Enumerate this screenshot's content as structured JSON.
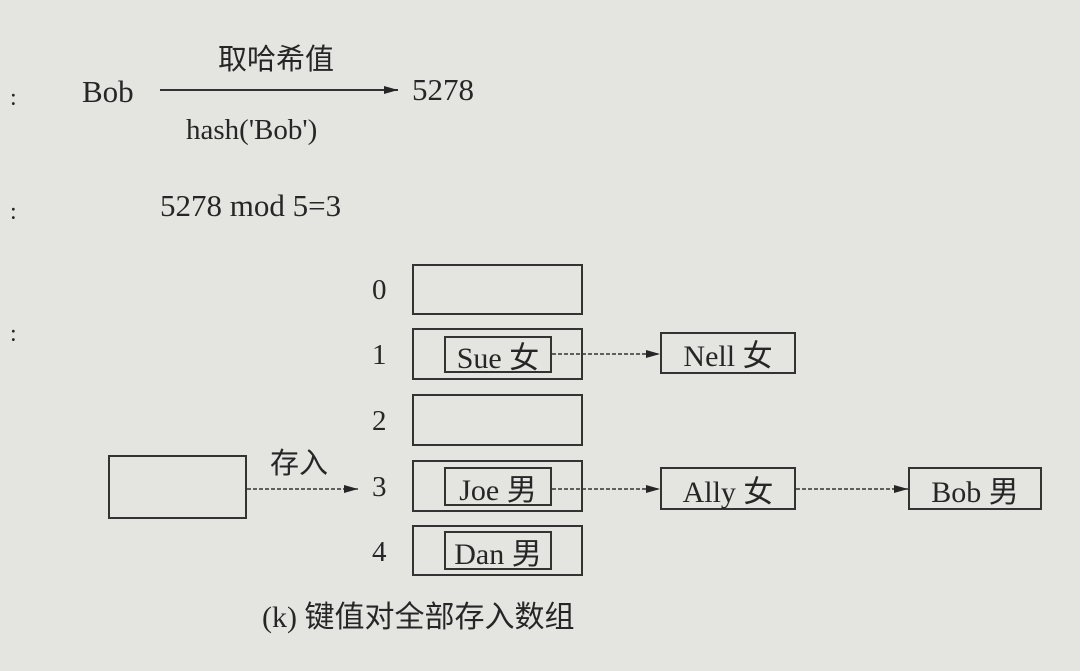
{
  "markers": [
    ":",
    ":",
    ":"
  ],
  "hash_step": {
    "key": "Bob",
    "arrow_label_top": "取哈希值",
    "arrow_label_bottom": "hash('Bob')",
    "result": "5278"
  },
  "mod_step": {
    "expression": "5278 mod 5=3"
  },
  "array": {
    "indices": [
      "0",
      "1",
      "2",
      "3",
      "4"
    ],
    "slots": {
      "1": [
        "Sue 女",
        "Nell 女"
      ],
      "3": [
        "Joe 男",
        "Ally 女",
        "Bob 男"
      ],
      "4": [
        "Dan 男"
      ]
    }
  },
  "insert_label": "存入",
  "caption": "(k) 键值对全部存入数组"
}
